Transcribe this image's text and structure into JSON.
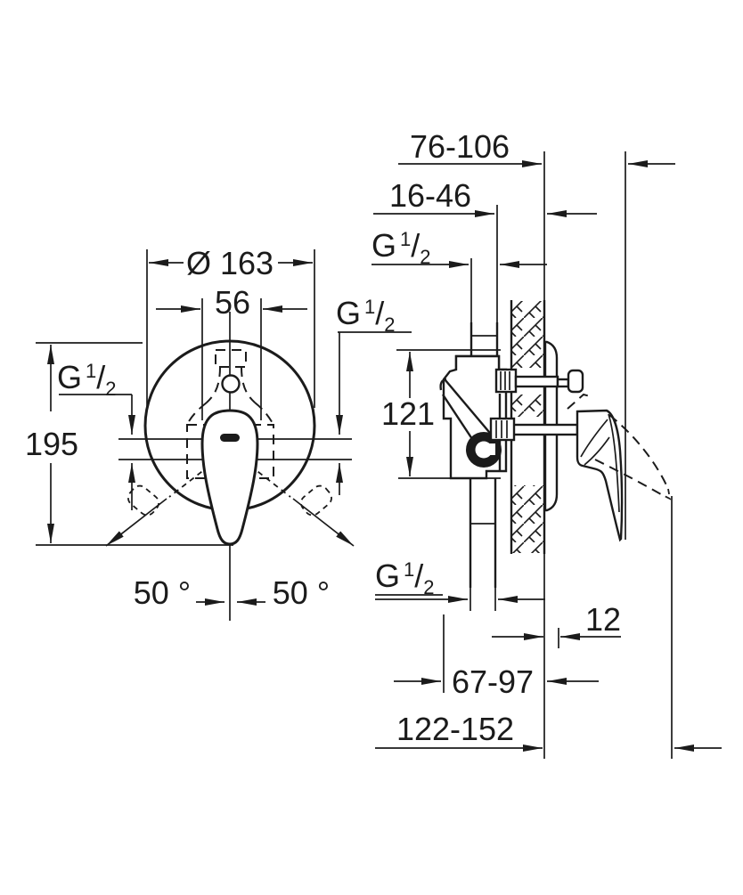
{
  "colors": {
    "ink": "#1b1b1b",
    "paper": "#ffffff"
  },
  "thread": {
    "g": "G",
    "sup": "1",
    "slash": "/",
    "sub": "2"
  },
  "front_view": {
    "diameter": "Ø 163",
    "grip_width": "56",
    "total_height": "195",
    "swing_angle_left": "50 °",
    "swing_angle_right": "50 °"
  },
  "side_view": {
    "handle_projection": "76-106",
    "installation_depth": "16-46",
    "body_height": "121",
    "plate_offset": "12",
    "recess_depth": "67-97",
    "max_projection": "122-152"
  }
}
